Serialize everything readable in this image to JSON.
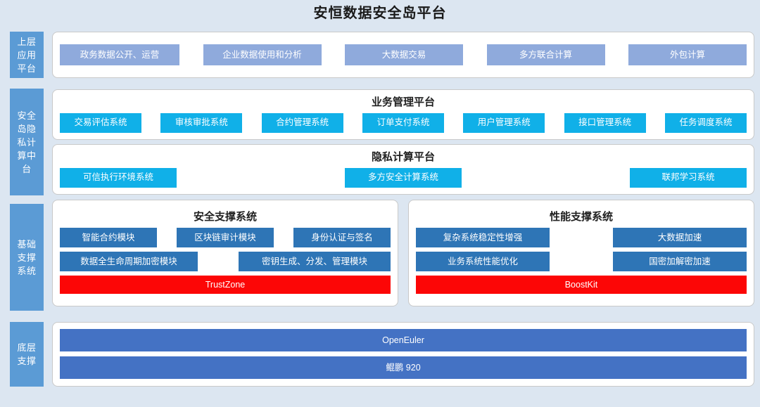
{
  "title": "安恒数据安全岛平台",
  "colors": {
    "background": "#dce6f1",
    "sidebar": "#5b9bd5",
    "app_chip": "#8faadc",
    "cyan_chip": "#10b0e8",
    "steel_chip": "#2e75b6",
    "red_chip": "#fc0606",
    "royal_chip": "#4472c4",
    "panel": "#ffffff"
  },
  "bands": {
    "app": {
      "side_label": "上层应用平台",
      "chips": [
        "政务数据公开、运营",
        "企业数据使用和分析",
        "大数据交易",
        "多方联合计算",
        "外包计算"
      ]
    },
    "middle": {
      "side_label": "安全岛隐私计算中台",
      "business": {
        "title": "业务管理平台",
        "chips": [
          "交易评估系统",
          "审核审批系统",
          "合约管理系统",
          "订单支付系统",
          "用户管理系统",
          "接口管理系统",
          "任务调度系统"
        ]
      },
      "privacy": {
        "title": "隐私计算平台",
        "chips": [
          "可信执行环境系统",
          "多方安全计算系统",
          "联邦学习系统"
        ]
      }
    },
    "base": {
      "side_label": "基础支撑系统",
      "security": {
        "title": "安全支撑系统",
        "row1": [
          "智能合约模块",
          "区块链审计模块",
          "身份认证与签名"
        ],
        "row2": [
          "数据全生命周期加密模块",
          "密钥生成、分发、管理模块"
        ],
        "footer": "TrustZone"
      },
      "performance": {
        "title": "性能支撑系统",
        "row1": [
          "复杂系统稳定性增强",
          "大数据加速"
        ],
        "row2": [
          "业务系统性能优化",
          "国密加解密加速"
        ],
        "footer": "BoostKit"
      }
    },
    "bottom": {
      "side_label": "底层支撑",
      "chips": [
        "OpenEuler",
        "鲲鹏 920"
      ]
    }
  }
}
